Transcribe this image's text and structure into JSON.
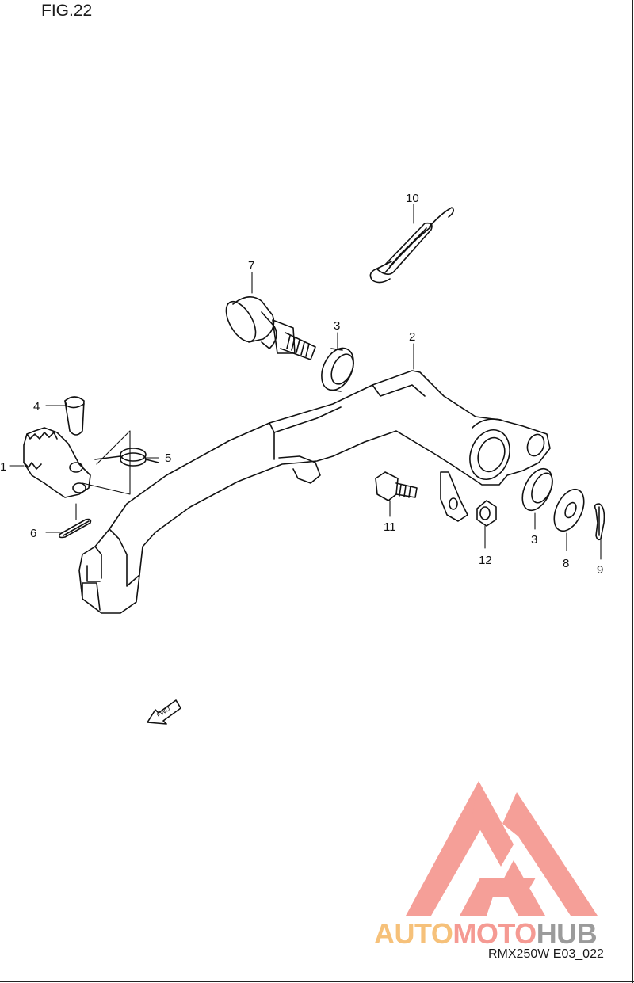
{
  "diagram": {
    "figure_title": "FIG.22",
    "model_code": "RMX250W E03_022",
    "fwd_label": "FWD",
    "callouts": [
      "1",
      "2",
      "3",
      "3",
      "4",
      "5",
      "6",
      "7",
      "8",
      "9",
      "10",
      "11",
      "12"
    ]
  },
  "watermark": {
    "word_1": "AUTO",
    "word_2": "MOTO",
    "word_3": "HUB",
    "colors": {
      "auto": "#f6c17a",
      "moto": "#f59a93",
      "hub": "#9b9b9b",
      "triangle": "#f59a93"
    }
  }
}
